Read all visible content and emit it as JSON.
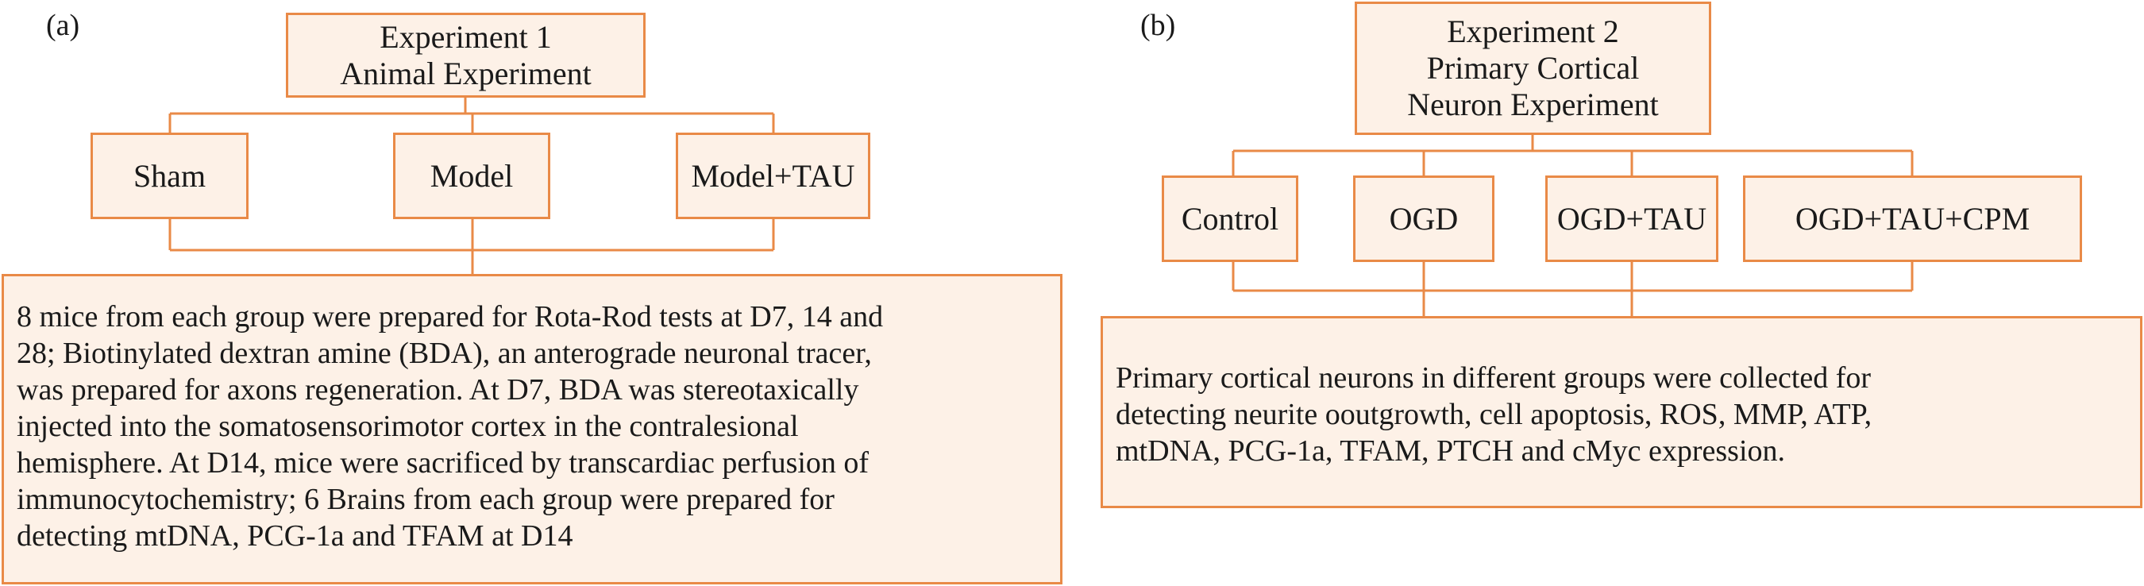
{
  "panel_a": {
    "label": "(a)",
    "title_lines": [
      "Experiment 1",
      "Animal Experiment"
    ],
    "groups": [
      "Sham",
      "Model",
      "Model+TAU"
    ],
    "description_lines": [
      "8 mice from each group were prepared for Rota-Rod tests at D7, 14 and",
      "28; Biotinylated dextran amine (BDA), an anterograde neuronal tracer,",
      "was prepared for axons regeneration. At D7, BDA was stereotaxically",
      "injected into the somatosensorimotor cortex in the contralesional",
      "hemisphere. At D14, mice were sacrificed by transcardiac perfusion of",
      "immunocytochemistry; 6 Brains from each group were prepared for",
      "detecting mtDNA, PCG-1a and TFAM at D14"
    ]
  },
  "panel_b": {
    "label": "(b)",
    "title_lines": [
      "Experiment 2",
      "Primary Cortical",
      "Neuron Experiment"
    ],
    "groups": [
      "Control",
      "OGD",
      "OGD+TAU",
      "OGD+TAU+CPM"
    ],
    "description_lines": [
      "Primary cortical neurons in different groups were collected for",
      "detecting neurite ooutgrowth, cell apoptosis, ROS, MMP, ATP,",
      "mtDNA, PCG-1a, TFAM, PTCH and cMyc expression."
    ]
  },
  "colors": {
    "border": "#e98a47",
    "fill": "#fdf1e7",
    "text": "#1a1a1a"
  }
}
